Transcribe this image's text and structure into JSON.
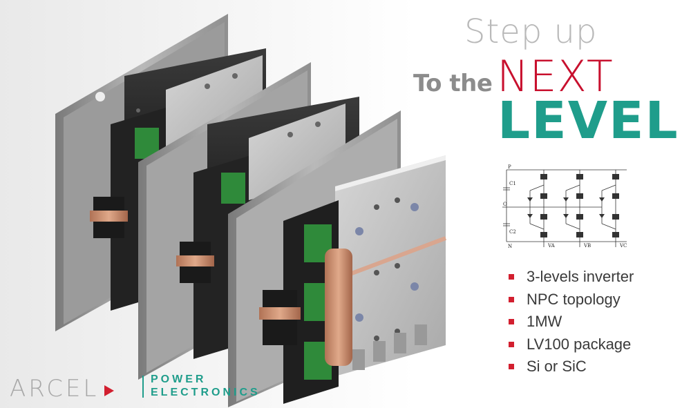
{
  "headline": {
    "line1": "Step up",
    "line2_prefix": "To the",
    "line2_emph": "NEXT",
    "line3": "LEVEL"
  },
  "schematic": {
    "labels": [
      "P",
      "C1",
      "O",
      "C2",
      "N",
      "VA",
      "VB",
      "VC"
    ]
  },
  "features": [
    "3-levels inverter",
    "NPC topology",
    "1MW",
    "LV100 package",
    "Si or SiC"
  ],
  "logo": {
    "wordmark": "ARCEL",
    "tag_line1": "POWER",
    "tag_line2": "ELECTRONICS"
  },
  "colors": {
    "accent_red": "#c8102e",
    "accent_teal": "#1f9d8b",
    "bullet_red": "#d21f2f",
    "gray_text": "#8c8c8c"
  },
  "icons": {
    "bullet": "red-square-bullet-icon",
    "logo_mark": "red-triangle-icon"
  }
}
